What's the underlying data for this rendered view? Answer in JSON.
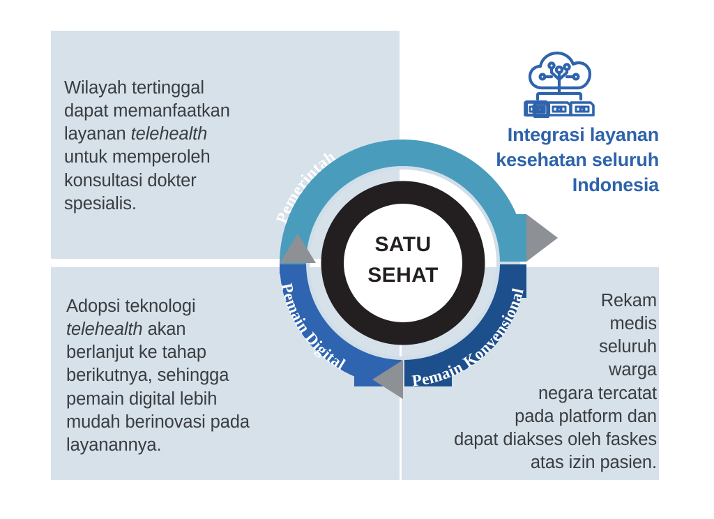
{
  "theme": {
    "panel_bg": "#d6e1ea",
    "page_bg": "#ffffff",
    "teal": "#4a9cbd",
    "blue": "#2f64b0",
    "navy": "#1d4f8c",
    "ring_dark": "#231f20",
    "arrow_gray": "#8d9094",
    "gap_ring": "#cfdee8",
    "headline_blue": "#2e63ab",
    "body_text": "#3a3d40"
  },
  "center": {
    "line1": "SATU",
    "line2": "SEHAT"
  },
  "arcs": [
    {
      "id": "pemerintah",
      "label": "Pemerintah",
      "color": "#4a9cbd",
      "start_deg": 182,
      "end_deg": 356
    },
    {
      "id": "pemain-digital",
      "label": "Pemain Digital",
      "color": "#2f64b0",
      "start_deg": 184,
      "end_deg": 92
    },
    {
      "id": "pemain-konvensional",
      "label": "Pemain Konvensional",
      "color": "#1d4f8c",
      "start_deg": 88,
      "end_deg": 356
    }
  ],
  "arrows": [
    {
      "id": "arrow-top-right",
      "direction": "right"
    },
    {
      "id": "arrow-left-middle",
      "direction": "up"
    },
    {
      "id": "arrow-bottom-center",
      "direction": "left"
    }
  ],
  "quadrants": {
    "top_left": {
      "lines": [
        "Wilayah tertinggal",
        "dapat memanfaatkan",
        "layanan telehealth",
        "untuk memperoleh",
        "konsultasi dokter",
        "spesialis."
      ],
      "italic_words": [
        "telehealth"
      ],
      "text": "Wilayah tertinggal dapat memanfaatkan layanan telehealth untuk memperoleh konsultasi dokter spesialis."
    },
    "bottom_left": {
      "lines": [
        "Adopsi teknologi",
        "telehealth akan",
        "berlanjut ke tahap",
        "berikutnya, sehingga",
        "pemain digital lebih",
        "mudah berinovasi pada",
        "layanannya."
      ],
      "italic_words": [
        "telehealth"
      ],
      "text": "Adopsi teknologi telehealth akan berlanjut ke tahap berikutnya, sehingga pemain digital lebih mudah berinovasi pada layanannya."
    },
    "bottom_right": {
      "lines": [
        "Rekam",
        "medis",
        "seluruh",
        "warga",
        "negara tercatat",
        "pada platform dan",
        "dapat diakses oleh faskes",
        "atas izin pasien."
      ],
      "text": "Rekam medis seluruh warga negara tercatat pada platform dan dapat diakses oleh faskes atas izin pasien."
    },
    "top_right": {
      "icon": "cloud-clinic-network-icon",
      "headline_lines": [
        "Integrasi layanan",
        "kesehatan seluruh",
        "Indonesia"
      ],
      "headline": "Integrasi layanan kesehatan seluruh Indonesia"
    }
  }
}
